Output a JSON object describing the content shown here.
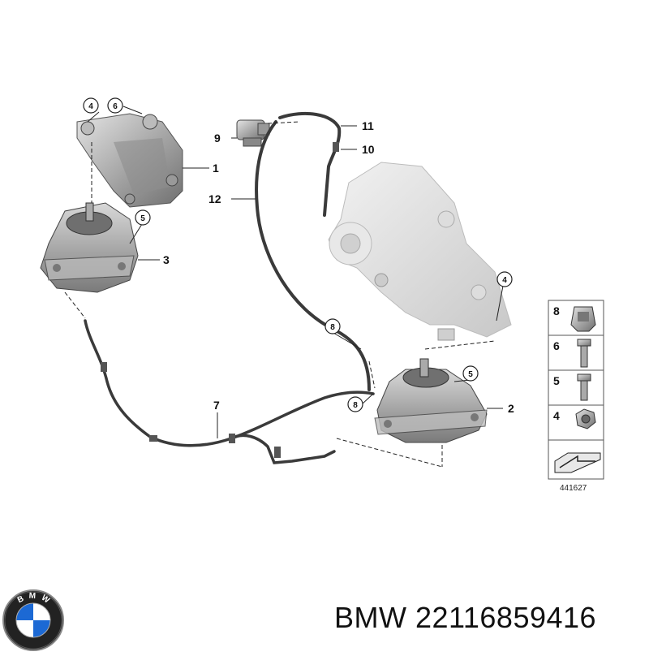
{
  "diagram": {
    "callouts": {
      "c1": "1",
      "c2": "2",
      "c3": "3",
      "c4a": "4",
      "c4b": "4",
      "c5a": "5",
      "c5b": "5",
      "c6": "6",
      "c7": "7",
      "c8a": "8",
      "c8b": "8",
      "c9": "9",
      "c10": "10",
      "c11": "11",
      "c12": "12"
    },
    "legend": [
      "8",
      "6",
      "5",
      "4"
    ],
    "reference_number": "441627"
  },
  "footer": {
    "brand": "BMW",
    "part_number": "22116859416",
    "logo_letters": "BMW"
  },
  "colors": {
    "part_gray": "#9a9a9a",
    "part_light": "#cfcfcf",
    "hose": "#3a3a3a",
    "logo_blue": "#1c69d4"
  }
}
